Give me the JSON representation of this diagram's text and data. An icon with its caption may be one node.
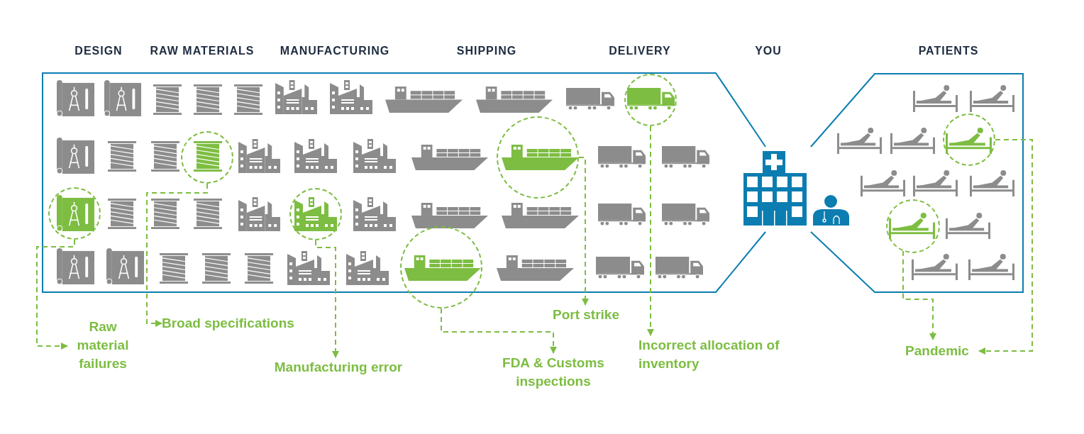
{
  "diagram": {
    "nodes": [
      {
        "text": [],
        "shape": "circle"
      },
      {
        "text": [],
        "shape": "circle"
      },
      {
        "text": [],
        "shape": "circle"
      },
      {
        "text": [],
        "shape": "circle"
      },
      {
        "text": [],
        "shape": "circle"
      },
      {
        "text": [],
        "shape": "circle"
      },
      {
        "text": [],
        "shape": "circle"
      },
      {
        "text": [],
        "shape": "circle"
      },
      {
        "text": [
          "Port strike"
        ]
      },
      {
        "text": [
          "Broad specifications"
        ]
      },
      {
        "text": [
          "Raw material failures"
        ]
      },
      {
        "text": [
          "Incorrect allocation of inventory"
        ]
      },
      {
        "text": [
          "Pandemic"
        ]
      },
      {
        "text": [
          "Manufacturing error"
        ]
      },
      {
        "text": [
          "FDA & Customs inspections"
        ]
      }
    ],
    "edges": [
      {
        "from": 3,
        "to": 10,
        "arrow": "to",
        "style": "dashed"
      },
      {
        "from": 1,
        "to": 9,
        "arrow": "to",
        "style": "dashed"
      },
      {
        "from": 4,
        "to": 13,
        "arrow": "to",
        "style": "dashed"
      },
      {
        "from": 5,
        "to": 14,
        "arrow": "to",
        "style": "dashed"
      },
      {
        "from": 2,
        "to": 8,
        "arrow": "to",
        "style": "dashed"
      },
      {
        "from": 0,
        "to": 11,
        "arrow": "to",
        "style": "dashed"
      },
      {
        "from": 6,
        "to": 12,
        "arrow": "to",
        "style": "dashed"
      },
      {
        "from": 7,
        "to": 12,
        "arrow": "to",
        "style": "dashed"
      }
    ],
    "labels": [
      "DESIGN",
      "RAW MATERIALS",
      "MANUFACTURING",
      "SHIPPING",
      "DELIVERY",
      "YOU",
      "PATIENTS"
    ]
  }
}
